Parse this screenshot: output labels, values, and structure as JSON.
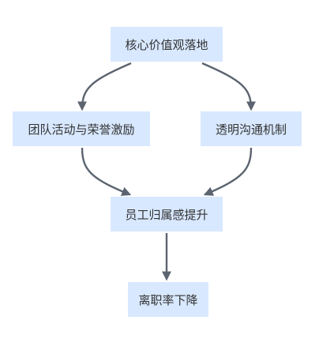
{
  "diagram": {
    "nodes": [
      {
        "id": "n1",
        "label": "核心价值观落地"
      },
      {
        "id": "n2",
        "label": "团队活动与荣誉激励"
      },
      {
        "id": "n3",
        "label": "透明沟通机制"
      },
      {
        "id": "n4",
        "label": "员工归属感提升"
      },
      {
        "id": "n5",
        "label": "离职率下降"
      }
    ],
    "edges": [
      {
        "from": "n1",
        "to": "n2"
      },
      {
        "from": "n1",
        "to": "n3"
      },
      {
        "from": "n2",
        "to": "n4"
      },
      {
        "from": "n3",
        "to": "n4"
      },
      {
        "from": "n4",
        "to": "n5"
      }
    ],
    "colors": {
      "node_fill": "#d8e8ff",
      "edge": "#5c6470",
      "text": "#333333"
    }
  }
}
